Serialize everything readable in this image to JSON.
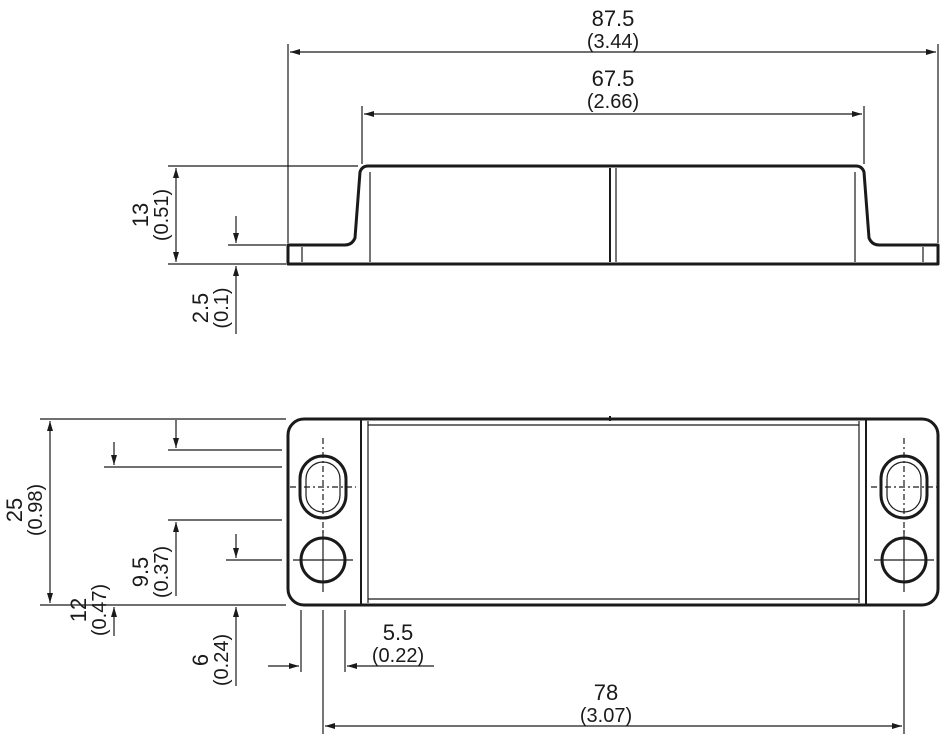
{
  "dimensions": {
    "overall_length": {
      "mm": "87.5",
      "inch": "(3.44)"
    },
    "body_length": {
      "mm": "67.5",
      "inch": "(2.66)"
    },
    "height": {
      "mm": "13",
      "inch": "(0.51)"
    },
    "flange_thickness": {
      "mm": "2.5",
      "inch": "(0.1)"
    },
    "width": {
      "mm": "25",
      "inch": "(0.98)"
    },
    "slot_offset": {
      "mm": "12",
      "inch": "(0.47)"
    },
    "hole_offset": {
      "mm": "9.5",
      "inch": "(0.37)"
    },
    "hole_edge": {
      "mm": "6",
      "inch": "(0.24)"
    },
    "hole_diameter": {
      "mm": "5.5",
      "inch": "(0.22)"
    },
    "hole_spacing": {
      "mm": "78",
      "inch": "(3.07)"
    }
  }
}
